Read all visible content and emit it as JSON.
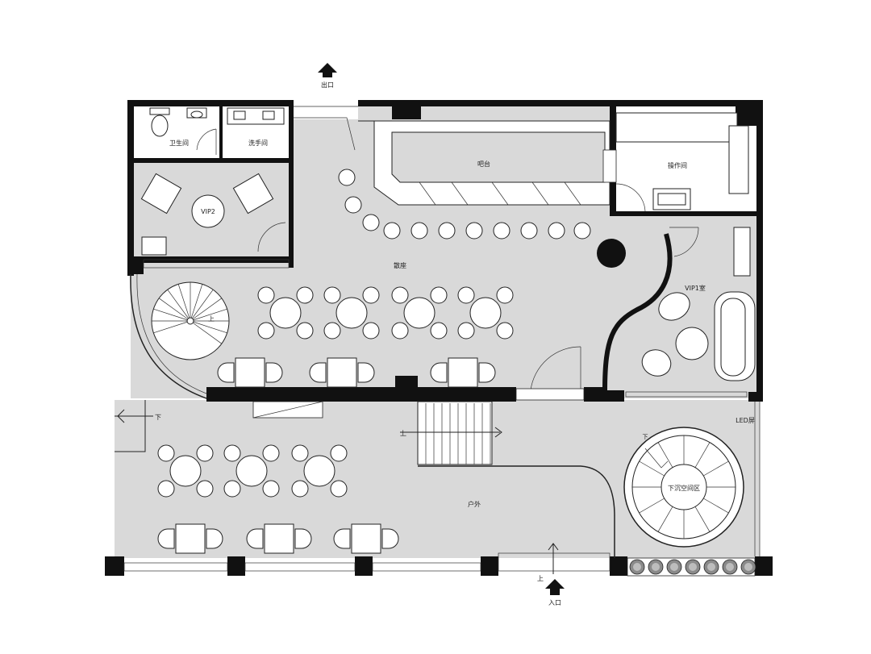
{
  "labels": {
    "exit": "出口",
    "entrance": "入口",
    "toilet": "卫生间",
    "washroom": "洗手间",
    "vip2": "VIP2",
    "bar": "吧台",
    "operation_room": "操作间",
    "seating": "散座",
    "vip1": "VIP1室",
    "up_spiral": "上",
    "down_left": "下",
    "up_stair": "上",
    "led_screen": "LED屏",
    "down_sunken": "下",
    "sunken_area": "下沉空间区",
    "outdoor": "户外",
    "up_entrance": "上"
  },
  "colors": {
    "wall": "#111111",
    "floor": "#d9d9d9",
    "furniture": "#ffffff",
    "line": "#222222"
  }
}
